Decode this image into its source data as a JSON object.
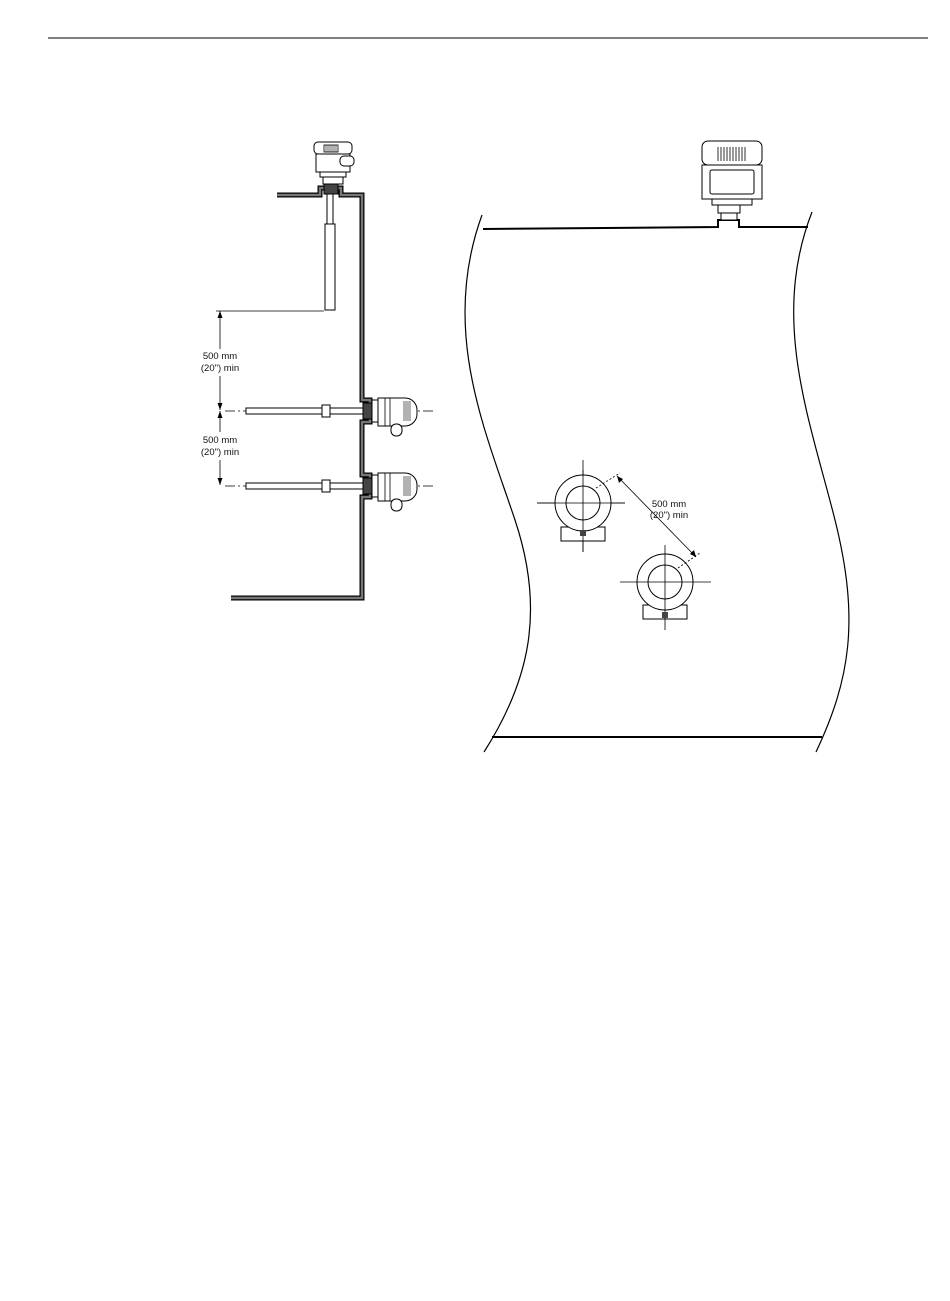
{
  "labels": {
    "dim1_line1": "500 mm",
    "dim1_line2": "(20\") min",
    "dim2_line1": "500 mm",
    "dim2_line2": "(20\") min",
    "dim3_line1": "500 mm",
    "dim3_line2": "(20\") min"
  },
  "colors": {
    "line": "#000000",
    "wall_fill": "#555555",
    "background": "#ffffff"
  }
}
